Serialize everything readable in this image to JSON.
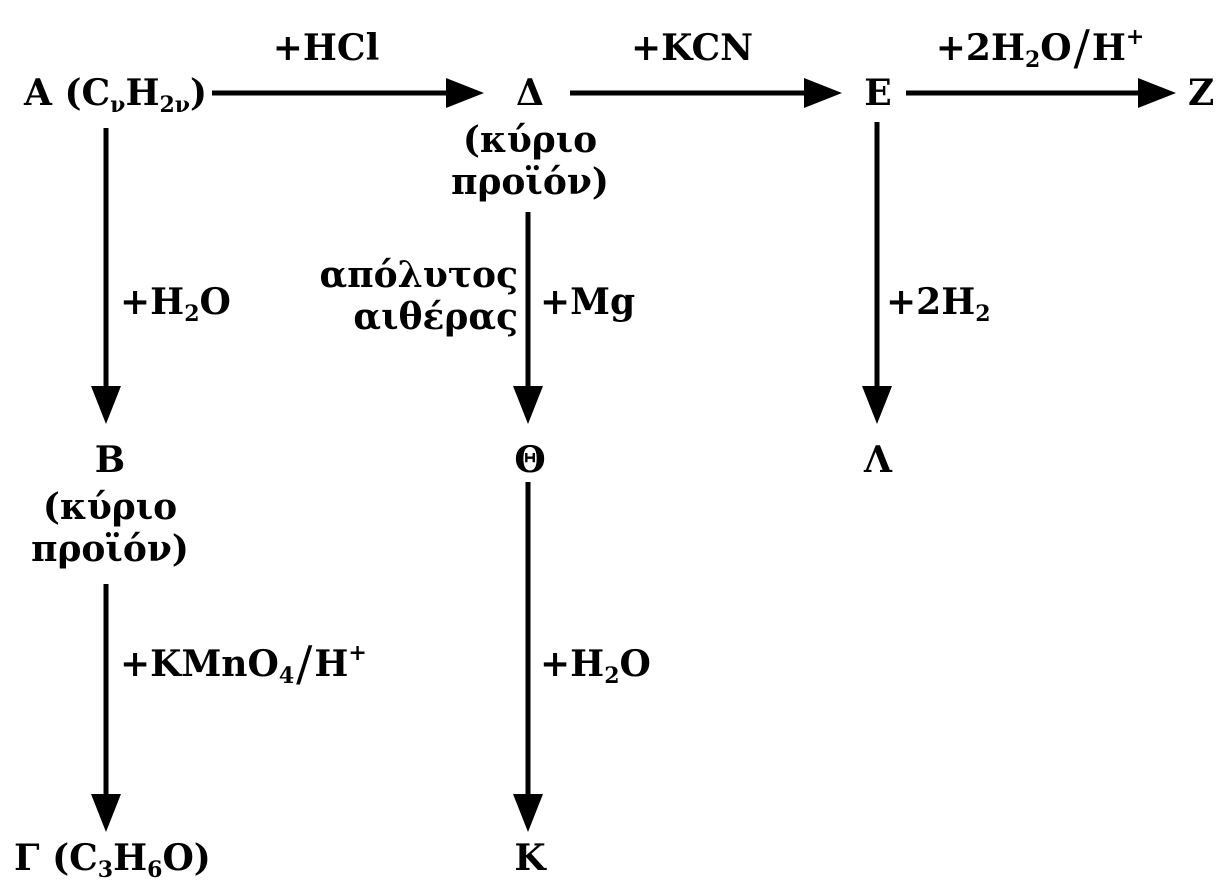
{
  "compounds": {
    "A": {
      "letter": "Α",
      "open": "(C",
      "s1": "ν",
      "h": "H",
      "s2": "2ν",
      "close": ")"
    },
    "D": "Δ",
    "D_note_1": "(κύριο",
    "D_note_2": "προϊόν)",
    "E": "Ε",
    "Z": "Ζ",
    "B": "Β",
    "B_note_1": "(κύριο",
    "B_note_2": "προϊόν)",
    "G": {
      "letter": "Γ",
      "open": "(C",
      "s1": "3",
      "h": "H",
      "s2": "6",
      "o": "O)"
    },
    "TH": "Θ",
    "L": "Λ",
    "K": "Κ"
  },
  "reagents": {
    "hcl": "+HCl",
    "kcn": "+KCN",
    "water_acid": {
      "pre": "+2H",
      "sub": "2",
      "mid": "O",
      "slash": "/",
      "h": "H",
      "sup": "+"
    },
    "water_b": {
      "pre": "+H",
      "sub": "2",
      "post": "O"
    },
    "mg": "+Mg",
    "solvent_1": "απόλυτος",
    "solvent_2": "αιθέρας",
    "hydrogen": {
      "pre": "+2H",
      "sub": "2"
    },
    "kmno4": {
      "pre": "+KMnO",
      "sub": "4",
      "slash": "/",
      "h": "H",
      "sup": "+"
    },
    "water_k": {
      "pre": "+H",
      "sub": "2",
      "post": "O"
    }
  },
  "colors": {
    "ink": "#000000",
    "background": "#ffffff"
  }
}
